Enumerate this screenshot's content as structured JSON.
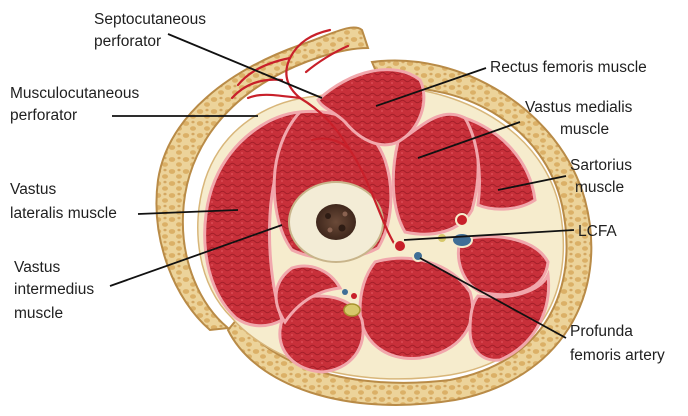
{
  "labels": {
    "septocutaneous": [
      "Septocutaneous",
      "perforator"
    ],
    "musculocutaneous": [
      "Musculocutaneous",
      "perforator"
    ],
    "vastus_lateralis": [
      "Vastus",
      "lateralis muscle"
    ],
    "vastus_intermedius": [
      "Vastus",
      "intermedius",
      "muscle"
    ],
    "rectus_femoris": [
      "Rectus femoris muscle"
    ],
    "vastus_medialis": [
      "Vastus medialis",
      "muscle"
    ],
    "sartorius": [
      "Sartorius",
      "muscle"
    ],
    "lcfa": [
      "LCFA"
    ],
    "profunda": [
      "Profunda",
      "femoris artery"
    ]
  },
  "colors": {
    "skin": "#e8c98a",
    "skin_edge": "#b98b47",
    "fat_dots": "#d6a75a",
    "fascia": "#f6eccd",
    "muscle": "#c8303a",
    "muscle_dark": "#8f1a22",
    "muscle_edge": "#f1a7ac",
    "bone": "#f3ecd6",
    "marrow": "#5a3a2a",
    "vessel_red": "#c8202a",
    "vein_blue": "#3f6e96"
  }
}
